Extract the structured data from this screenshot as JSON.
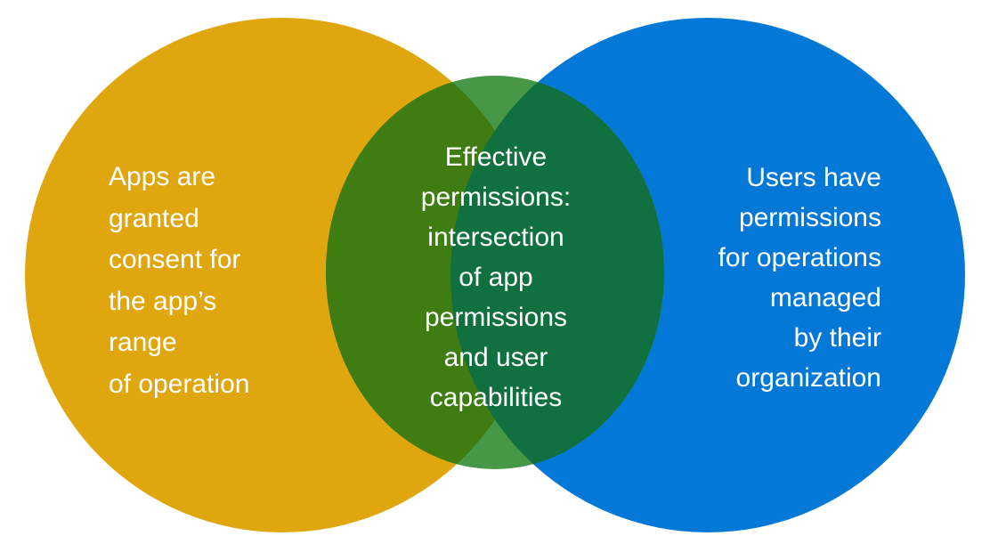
{
  "diagram": {
    "background": "#FFFFFF",
    "text_color": "#FFFFFF",
    "left_circle": {
      "color": "#E0A60D",
      "label": "Apps are\ngranted\nconsent for\nthe app’s\nrange\nof operation"
    },
    "right_circle": {
      "color": "#0478D6",
      "label": "Users have\npermissions\nfor operations\nmanaged\nby their\norganization"
    },
    "intersection": {
      "label": "Effective\npermissions:\nintersection\nof app\npermissions\nand user\ncapabilities",
      "color_over_background": "#469847",
      "color_over_left": "#3F7D13",
      "color_over_right": "#107040"
    }
  }
}
